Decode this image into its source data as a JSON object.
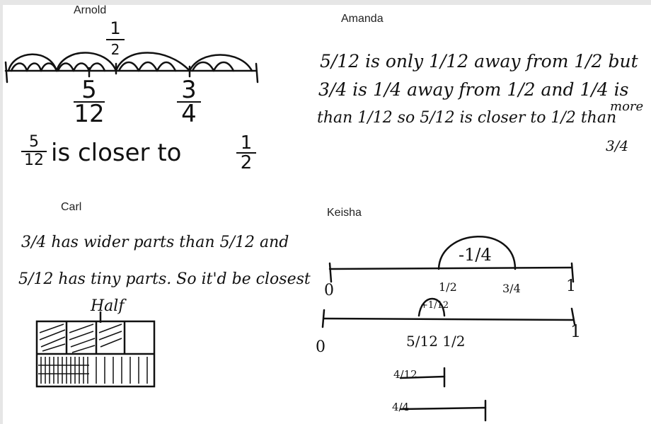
{
  "students": {
    "arnold": {
      "name": "Arnold",
      "half_label": "1/2",
      "half_num": "1",
      "half_den": "2",
      "frac_a_num": "5",
      "frac_a_den": "12",
      "frac_b_num": "3",
      "frac_b_den": "4",
      "conclusion": "5/12 is closer to 1/2",
      "conclusion_text": "is closer to"
    },
    "amanda": {
      "name": "Amanda",
      "line1": "5/12 is only 1/12 away from 1/2 but",
      "line2": "3/4 is 1/4 away from 1/2 and 1/4 is",
      "line3": "than 1/12 so 5/12 is closer to 1/2 than",
      "insert_word": "more",
      "last_frac": "3/4"
    },
    "carl": {
      "name": "Carl",
      "line1": "3/4 has wider parts than 5/12 and",
      "line2": "5/12 has tiny parts. So it'd be closest",
      "half_label": "Half"
    },
    "keisha": {
      "name": "Keisha",
      "bump_label": "-1/4",
      "top_line_zero": "0",
      "top_line_half": "1/2",
      "top_line_three_quarters": "3/4",
      "top_line_one": "1",
      "bump_small": "+1/12",
      "bottom_line_zero": "0",
      "bottom_line_one": "1",
      "bottom_fracs": "5/12 1/2",
      "seg1_label": "4/12",
      "seg2_label": "4/4"
    }
  }
}
